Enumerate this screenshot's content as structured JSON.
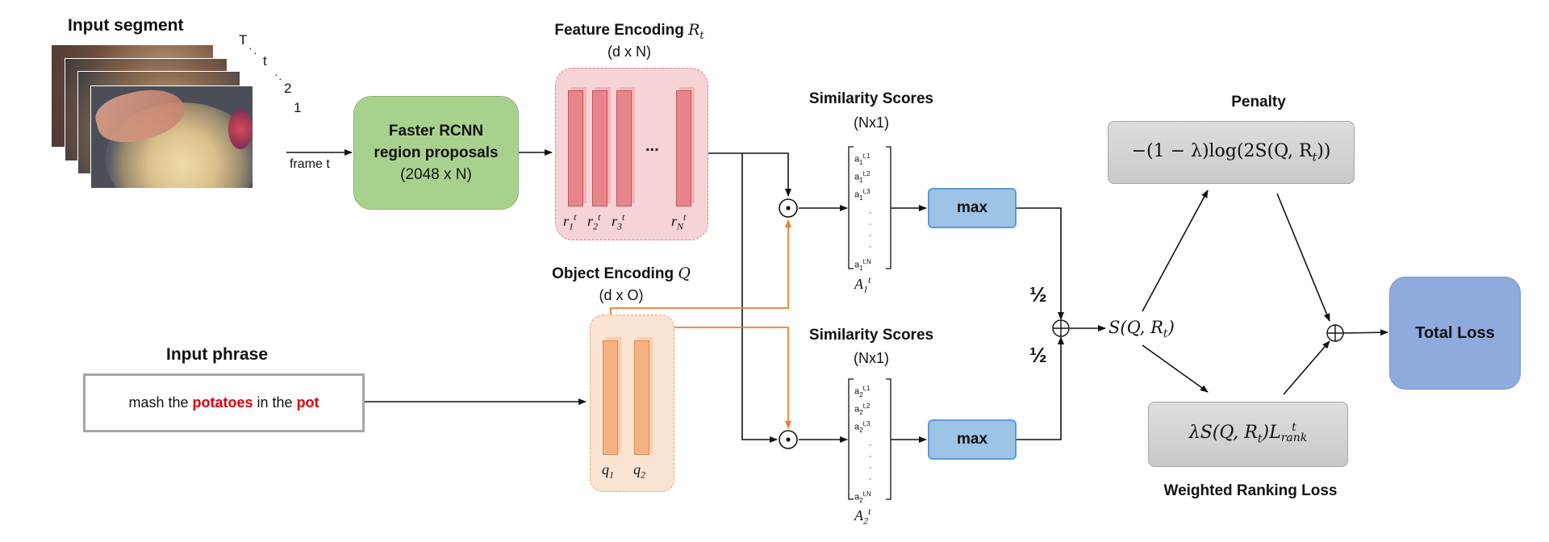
{
  "input_segment": {
    "title": "Input segment",
    "frame_labels": [
      "T",
      "t",
      "2",
      "1"
    ],
    "frame_label": "frame t"
  },
  "rcnn": {
    "line1": "Faster RCNN",
    "line2": "region proposals",
    "line3": "(2048 x N)"
  },
  "feature_encoding": {
    "title": "Feature Encoding",
    "symbol": "R",
    "symbol_sub": "t",
    "dims": "(d x N)",
    "ellipsis": "...",
    "labels": [
      {
        "base": "r",
        "sub": "1",
        "sup": "t"
      },
      {
        "base": "r",
        "sub": "2",
        "sup": "t"
      },
      {
        "base": "r",
        "sub": "3",
        "sup": "t"
      },
      {
        "base": "r",
        "sub": "N",
        "sup": "t"
      }
    ]
  },
  "object_encoding": {
    "title": "Object Encoding",
    "symbol": "Q",
    "dims": "(d x O)",
    "labels": [
      {
        "base": "q",
        "sub": "1"
      },
      {
        "base": "q",
        "sub": "2"
      }
    ]
  },
  "input_phrase": {
    "title": "Input phrase",
    "parts": [
      {
        "text": "mash the ",
        "highlight": false
      },
      {
        "text": "potatoes",
        "highlight": true
      },
      {
        "text": " in the ",
        "highlight": false
      },
      {
        "text": "pot",
        "highlight": true
      }
    ]
  },
  "similarity_top": {
    "title": "Similarity Scores",
    "dims": "(Nx1)",
    "entries": [
      "t,1",
      "t,2",
      "t,3",
      "t,N"
    ],
    "prefix": "a",
    "sub": "1",
    "label": "A",
    "label_sub": "1",
    "label_sup": "t"
  },
  "similarity_bottom": {
    "title": "Similarity Scores",
    "dims": "(Nx1)",
    "entries": [
      "t,1",
      "t,2",
      "t,3",
      "t,N"
    ],
    "prefix": "a",
    "sub": "2",
    "label": "A",
    "label_sub": "2",
    "label_sup": "t"
  },
  "max_label": "max",
  "half": "½",
  "score_label": "S(Q, R",
  "score_label_sub": "t",
  "penalty": {
    "title": "Penalty",
    "formula": "−(1 − λ)log(2S(Q, R",
    "formula_sub": "t",
    "formula_end": "))"
  },
  "ranking": {
    "title": "Weighted Ranking Loss",
    "formula": "λS(Q, R",
    "formula_sub": "t",
    "formula_mid": ")L",
    "formula_sup": "t",
    "formula_sub2": "rank"
  },
  "total_loss": "Total Loss",
  "colors": {
    "feature_bar": "#e8858a",
    "feature_region": "#f6d3d4",
    "object_bar": "#f4b183",
    "object_region": "#fbe3d2",
    "orange_arrow": "#ed7d31",
    "phrase_highlight": "#d9000d"
  }
}
